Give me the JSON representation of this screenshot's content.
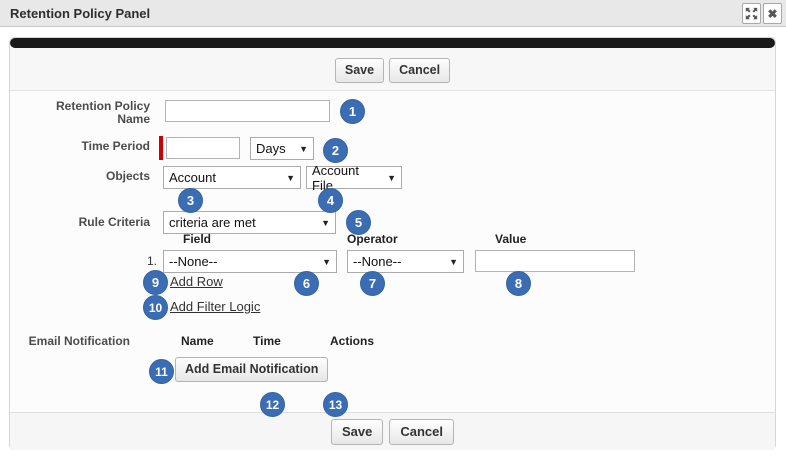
{
  "window": {
    "title": "Retention Policy Panel"
  },
  "icons": {
    "dropdown_arrow": "▼",
    "close": "✖"
  },
  "top_actions": {
    "save": "Save",
    "cancel": "Cancel"
  },
  "form": {
    "retention_policy_name": {
      "label": "Retention Policy Name",
      "value": ""
    },
    "time_period": {
      "label": "Time Period",
      "value": "",
      "unit_selected": "Days",
      "required": true
    },
    "objects": {
      "label": "Objects",
      "object_selected": "Account",
      "file_selected": "Account File"
    },
    "rule_criteria": {
      "label": "Rule Criteria",
      "selected": "criteria are met",
      "columns": {
        "field": "Field",
        "operator": "Operator",
        "value": "Value"
      },
      "rows": [
        {
          "index": "1.",
          "field": "--None--",
          "operator": "--None--",
          "value": ""
        }
      ],
      "add_row": "Add Row",
      "add_filter_logic": "Add Filter Logic"
    },
    "email_notification": {
      "label": "Email Notification",
      "columns": {
        "name": "Name",
        "time": "Time",
        "actions": "Actions"
      },
      "add_button": "Add Email Notification"
    }
  },
  "footer_actions": {
    "save": "Save",
    "cancel": "Cancel"
  },
  "annotations": [
    "1",
    "2",
    "3",
    "4",
    "5",
    "6",
    "7",
    "8",
    "9",
    "10",
    "11",
    "12",
    "13"
  ]
}
